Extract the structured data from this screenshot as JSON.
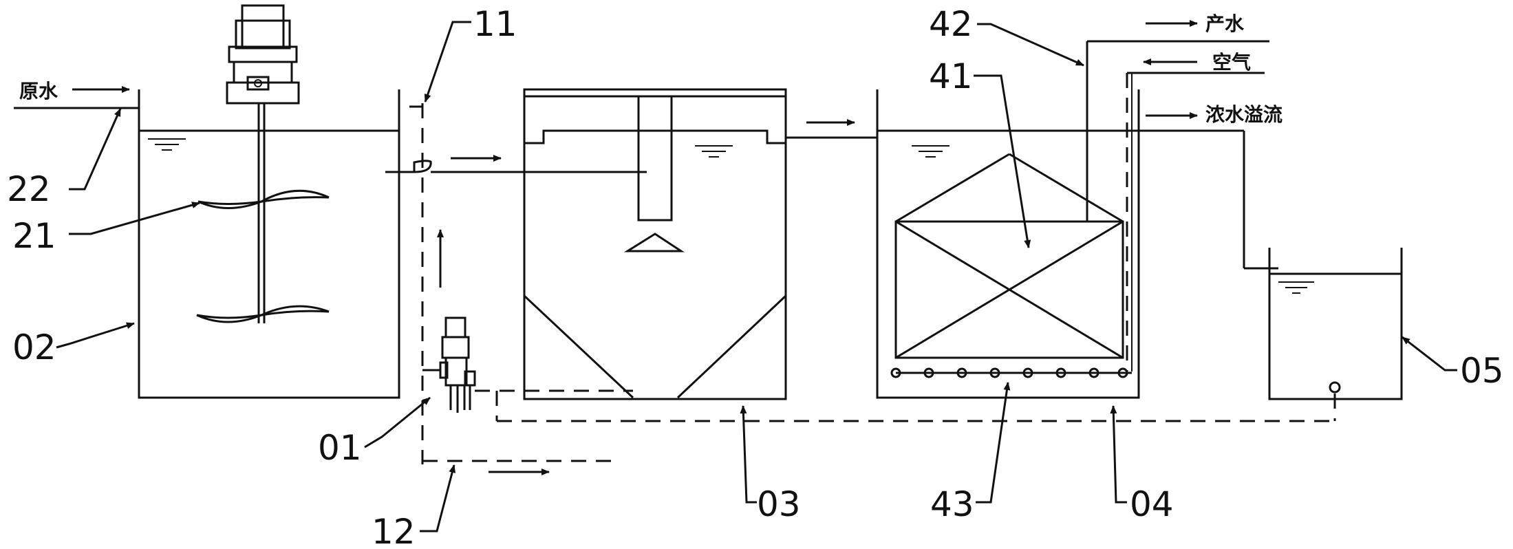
{
  "labels": {
    "raw_water": "原水",
    "product_water": "产水",
    "air": "空气",
    "concentrate_overflow": "浓水溢流"
  },
  "callouts": {
    "c11": "11",
    "c42": "42",
    "c41": "41",
    "c22": "22",
    "c21": "21",
    "c02": "02",
    "c01": "01",
    "c12": "12",
    "c03": "03",
    "c43": "43",
    "c04": "04",
    "c05": "05"
  }
}
